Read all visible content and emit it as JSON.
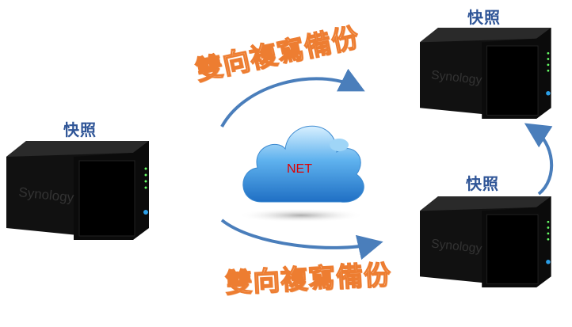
{
  "nodes": {
    "left": {
      "label": "快照",
      "brand": "Synology"
    },
    "top_right": {
      "label": "快照",
      "brand": "Synology"
    },
    "bottom_right": {
      "label": "快照",
      "brand": "Synology"
    }
  },
  "cloud": {
    "label": "NET"
  },
  "replication": {
    "top_label": "雙向複寫備份",
    "bottom_label": "雙向複寫備份"
  },
  "colors": {
    "label": "#2f5597",
    "replication_text": "#ed7d31",
    "arrow": "#4a7ebb",
    "cloud": "#4a9de0",
    "net_text": "#e00000"
  }
}
